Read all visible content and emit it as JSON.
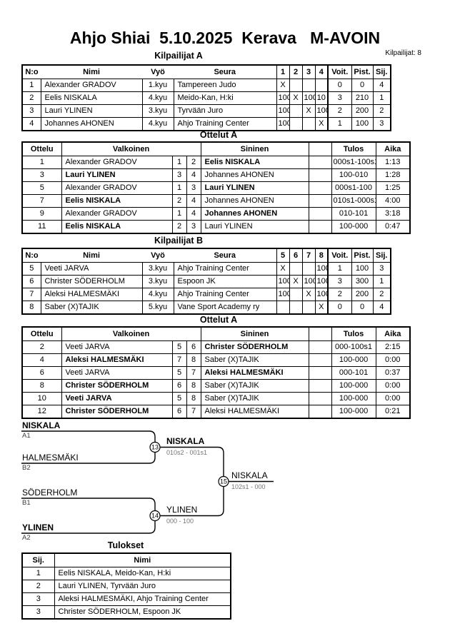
{
  "page": {
    "title": "Ahjo Shiai  5.10.2025  Kerava   M-AVOIN",
    "participants_label": "Kilpailijat: 8"
  },
  "colors": {
    "ink": "#000000",
    "score_gray": "#757575",
    "seed_gray": "#3c3c3c"
  },
  "sections": {
    "kilpailijat_a": "Kilpailijat A",
    "ottelut_a1": "Ottelut A",
    "kilpailijat_b": "Kilpailijat B",
    "ottelut_a2": "Ottelut A",
    "tulokset": "Tulokset"
  },
  "tables": {
    "kilpA": {
      "headers": [
        "N:o",
        "Nimi",
        "Vyö",
        "Seura",
        "1",
        "2",
        "3",
        "4",
        "Voit.",
        "Pist.",
        "Sij."
      ],
      "rows": [
        [
          "1",
          "Alexander GRADOV",
          "1.kyu",
          "Tampereen Judo",
          "X",
          "",
          "",
          "",
          "0",
          "0",
          "4"
        ],
        [
          "2",
          "Eelis NISKALA",
          "4.kyu",
          "Meido-Kan, H:ki",
          "100",
          "X",
          "100",
          "10",
          "3",
          "210",
          "1"
        ],
        [
          "3",
          "Lauri YLINEN",
          "3.kyu",
          "Tyrvään Juro",
          "100",
          "",
          "X",
          "100",
          "2",
          "200",
          "2"
        ],
        [
          "4",
          "Johannes AHONEN",
          "4.kyu",
          "Ahjo Training Center",
          "100",
          "",
          "",
          "X",
          "1",
          "100",
          "3"
        ]
      ]
    },
    "kilpB": {
      "headers": [
        "N:o",
        "Nimi",
        "Vyö",
        "Seura",
        "5",
        "6",
        "7",
        "8",
        "Voit.",
        "Pist.",
        "Sij."
      ],
      "rows": [
        [
          "5",
          "Veeti JARVA",
          "3.kyu",
          "Ahjo Training Center",
          "X",
          "",
          "",
          "100",
          "1",
          "100",
          "3"
        ],
        [
          "6",
          "Christer SÖDERHOLM",
          "3.kyu",
          "Espoon JK",
          "100",
          "X",
          "100",
          "100",
          "3",
          "300",
          "1"
        ],
        [
          "7",
          "Aleksi HALMESMÄKI",
          "4.kyu",
          "Ahjo Training Center",
          "100",
          "",
          "X",
          "100",
          "2",
          "200",
          "2"
        ],
        [
          "8",
          "Saber (X)TAJIK",
          "5.kyu",
          "Vane Sport Academy ry",
          "",
          "",
          "",
          "X",
          "0",
          "0",
          "4"
        ]
      ]
    },
    "ottA1": {
      "headers": [
        "Ottelu",
        "Valkoinen",
        "Sininen",
        "Tulos",
        "Aika"
      ],
      "rows": [
        [
          "1",
          "Alexander GRADOV",
          "1",
          "2",
          {
            "t": "Eelis NISKALA",
            "b": true
          },
          "",
          "000s1-100s1",
          "1:13"
        ],
        [
          "3",
          {
            "t": "Lauri YLINEN",
            "b": true
          },
          "3",
          "4",
          "Johannes AHONEN",
          "",
          "100-010",
          "1:28"
        ],
        [
          "5",
          "Alexander GRADOV",
          "1",
          "3",
          {
            "t": "Lauri YLINEN",
            "b": true
          },
          "",
          "000s1-100",
          "1:25"
        ],
        [
          "7",
          {
            "t": "Eelis NISKALA",
            "b": true
          },
          "2",
          "4",
          "Johannes AHONEN",
          "",
          "010s1-000s1",
          "4:00"
        ],
        [
          "9",
          "Alexander GRADOV",
          "1",
          "4",
          {
            "t": "Johannes AHONEN",
            "b": true
          },
          "",
          "010-101",
          "3:18"
        ],
        [
          "11",
          {
            "t": "Eelis NISKALA",
            "b": true
          },
          "2",
          "3",
          "Lauri YLINEN",
          "",
          "100-000",
          "0:47"
        ]
      ]
    },
    "ottA2": {
      "headers": [
        "Ottelu",
        "Valkoinen",
        "Sininen",
        "Tulos",
        "Aika"
      ],
      "rows": [
        [
          "2",
          "Veeti JARVA",
          "5",
          "6",
          {
            "t": "Christer SÖDERHOLM",
            "b": true
          },
          "",
          "000-100s1",
          "2:15"
        ],
        [
          "4",
          {
            "t": "Aleksi HALMESMÄKI",
            "b": true
          },
          "7",
          "8",
          "Saber (X)TAJIK",
          "",
          "100-000",
          "0:00"
        ],
        [
          "6",
          "Veeti JARVA",
          "5",
          "7",
          {
            "t": "Aleksi HALMESMÄKI",
            "b": true
          },
          "",
          "000-101",
          "0:37"
        ],
        [
          "8",
          {
            "t": "Christer SÖDERHOLM",
            "b": true
          },
          "6",
          "8",
          "Saber (X)TAJIK",
          "",
          "100-000",
          "0:00"
        ],
        [
          "10",
          {
            "t": "Veeti JARVA",
            "b": true
          },
          "5",
          "8",
          "Saber (X)TAJIK",
          "",
          "100-000",
          "0:00"
        ],
        [
          "12",
          {
            "t": "Christer SÖDERHOLM",
            "b": true
          },
          "6",
          "7",
          "Aleksi HALMESMÄKI",
          "",
          "100-000",
          "0:21"
        ]
      ]
    },
    "tulokset": {
      "headers": [
        "Sij.",
        "Nimi"
      ],
      "rows": [
        [
          "1",
          "Eelis NISKALA, Meido-Kan, H:ki"
        ],
        [
          "2",
          "Lauri YLINEN, Tyrvään Juro"
        ],
        [
          "3",
          "Aleksi HALMESMÄKI, Ahjo Training Center"
        ],
        [
          "3",
          "Christer SÖDERHOLM, Espoon JK"
        ]
      ]
    }
  },
  "bracket": {
    "slots": [
      {
        "name": "NISKALA",
        "seed": "A1"
      },
      {
        "name": "HALMESMÄKI",
        "seed": "B2"
      },
      {
        "name": "SÖDERHOLM",
        "seed": "B1"
      },
      {
        "name": "YLINEN",
        "seed": "A2"
      }
    ],
    "matches": [
      {
        "no": "13",
        "winner": "NISKALA",
        "score": "010s2 - 001s1"
      },
      {
        "no": "14",
        "winner": "YLINEN",
        "score": "000 - 100"
      },
      {
        "no": "15",
        "winner": "NISKALA",
        "score": "102s1 - 000"
      }
    ]
  }
}
